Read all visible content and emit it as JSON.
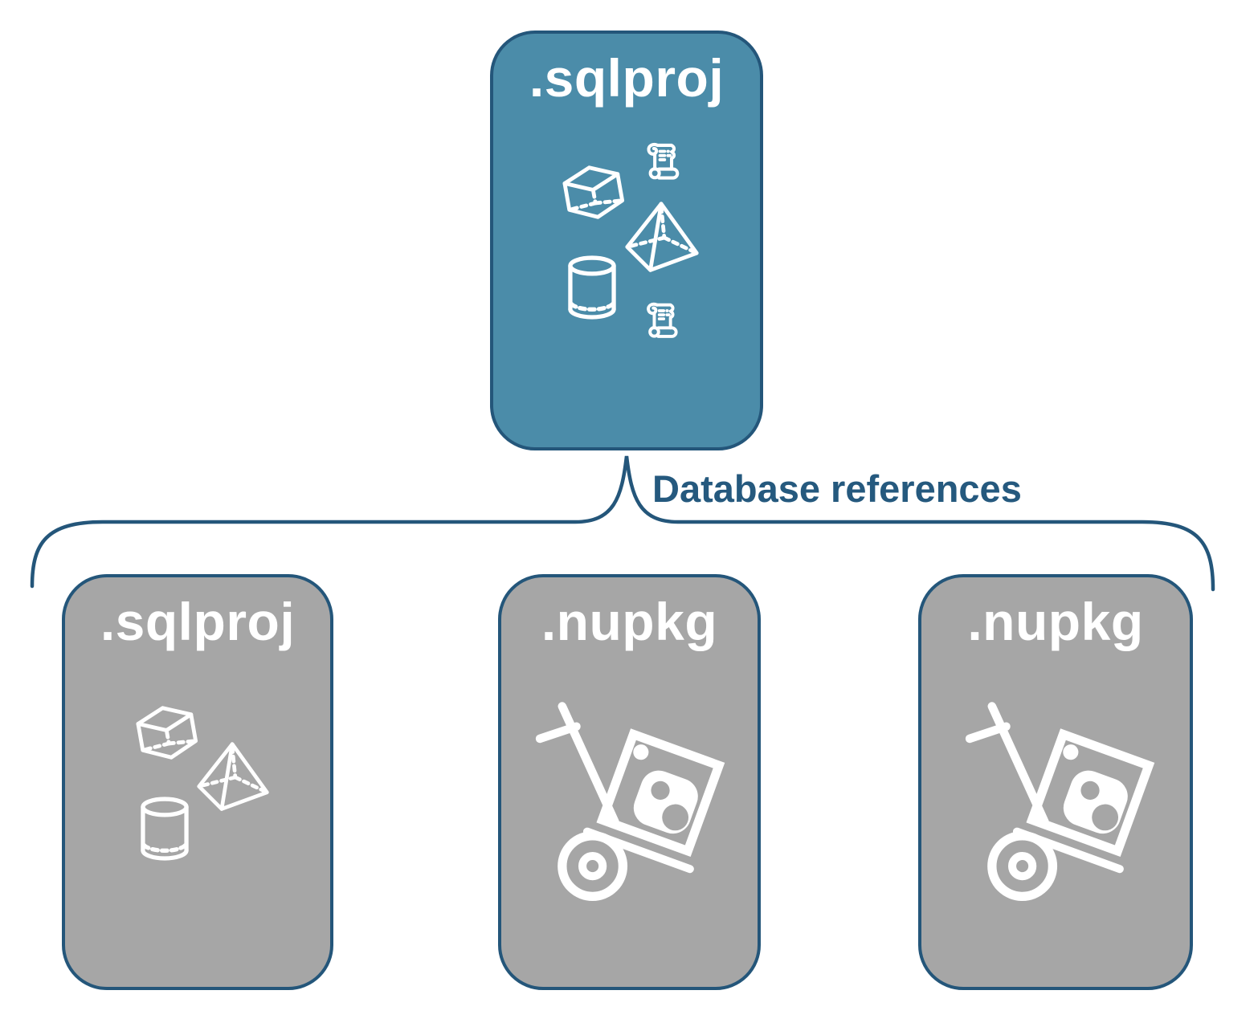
{
  "nodes": {
    "root": {
      "label": ".sqlproj"
    },
    "children": [
      {
        "label": ".sqlproj"
      },
      {
        "label": ".nupkg"
      },
      {
        "label": ".nupkg"
      }
    ]
  },
  "connector": {
    "label": "Database references"
  },
  "icons": {
    "root": [
      "cube-icon",
      "scroll-icon",
      "pyramid-icon",
      "cylinder-icon",
      "scroll-icon"
    ],
    "child_sqlproj": [
      "cube-icon",
      "pyramid-icon",
      "cylinder-icon"
    ],
    "child_nupkg": [
      "package-dolly-icon"
    ]
  },
  "colors": {
    "root_fill": "#4B8CA9",
    "child_fill": "#A6A6A6",
    "outline": "#24567A",
    "node_label_text": "#FFFFFF",
    "connector_text": "#25597E",
    "icon_stroke": "#FFFFFF",
    "background": "#FFFFFF"
  }
}
